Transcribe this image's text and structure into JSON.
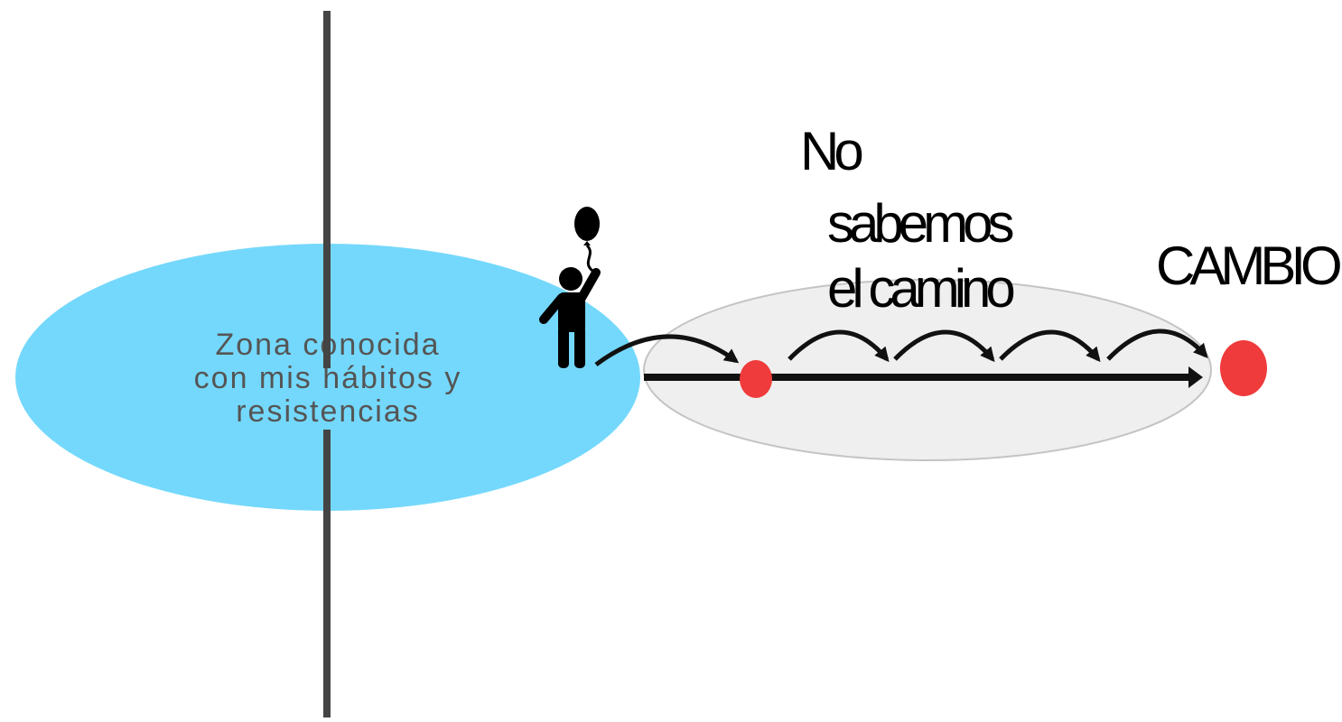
{
  "zone": {
    "lines": [
      "Zona conocida",
      "con mis hábitos y",
      "resistencias"
    ],
    "color": "#74d8fc"
  },
  "path_labels": {
    "line1": "No",
    "line2": "sabemos",
    "line3": "el camino"
  },
  "goal_label": "CAMBIO",
  "colors": {
    "unknown_zone": "#efefef",
    "unknown_zone_border": "#c4c4c4",
    "milestone": "#ef3b3b",
    "divider": "#444444"
  },
  "icons": [
    "person-with-balloon-icon"
  ]
}
